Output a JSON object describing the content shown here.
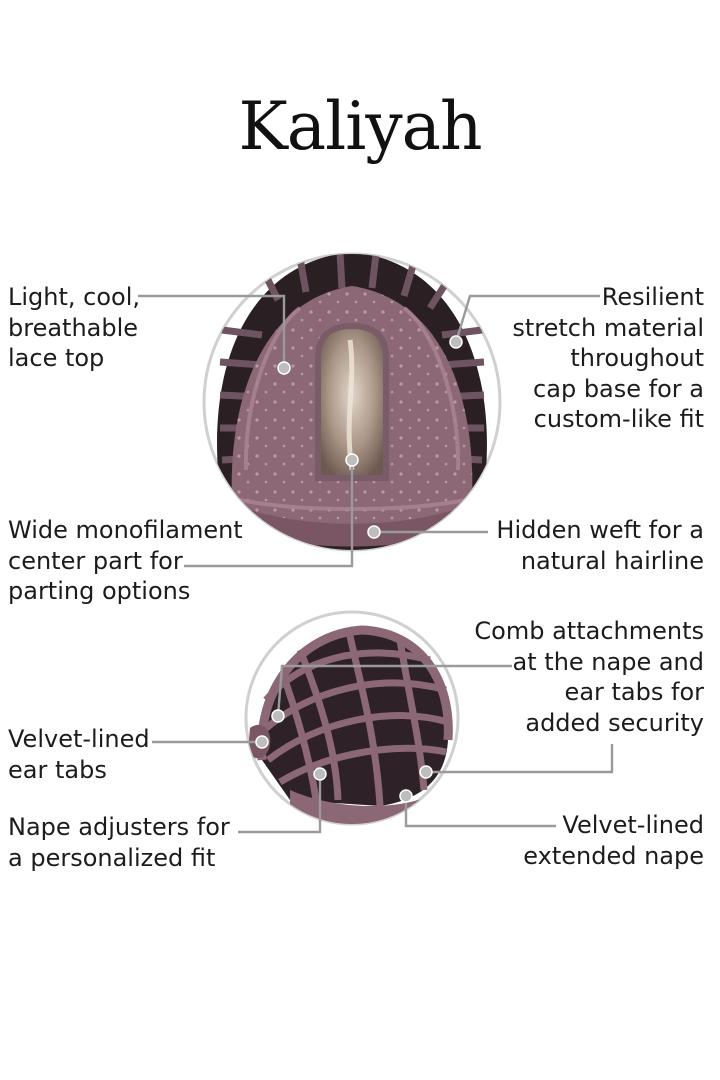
{
  "title": "Kaliyah",
  "callouts": {
    "lace_top": [
      "Light, cool,",
      "breathable",
      "lace top"
    ],
    "stretch": [
      "Resilient",
      "stretch material",
      "throughout",
      "cap base for a",
      "custom-like fit"
    ],
    "mono_part": [
      "Wide monofilament",
      "center part for",
      "parting options"
    ],
    "hidden_weft": [
      "Hidden weft for a",
      "natural hairline"
    ],
    "comb": [
      "Comb attachments",
      "at the nape and",
      "ear tabs for",
      "added security"
    ],
    "ear_tabs": [
      "Velvet-lined",
      "ear tabs"
    ],
    "nape_adjusters": [
      "Nape adjusters for",
      "a personalized fit"
    ],
    "extended_nape": [
      "Velvet-lined",
      "extended nape"
    ]
  },
  "colors": {
    "cap": "#8c6776",
    "cap_dark": "#5c3c48",
    "weft": "#2a2024",
    "mono": "#c9b9aa",
    "leader": "#9a9a9a",
    "ring": "#d0d0d0"
  }
}
